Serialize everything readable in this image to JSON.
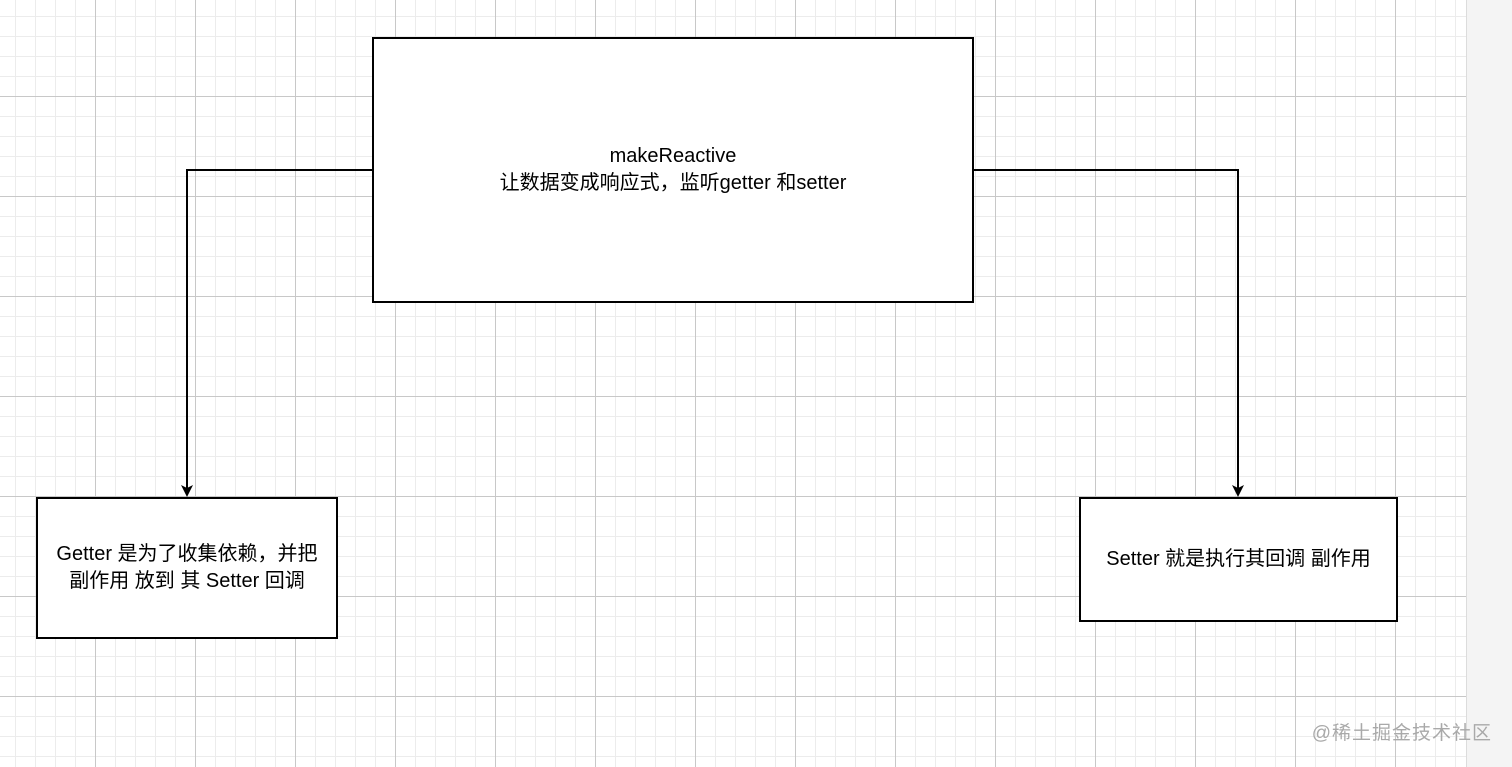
{
  "diagram": {
    "nodes": {
      "main": {
        "line1": "makeReactive",
        "line2": "让数据变成响应式，监听getter 和setter"
      },
      "getter": {
        "line1": "Getter 是为了收集依赖，并把",
        "line2": "副作用 放到 其 Setter 回调"
      },
      "setter": {
        "line1": "Setter 就是执行其回调 副作用"
      }
    },
    "edges": [
      {
        "from": "main",
        "to": "getter"
      },
      {
        "from": "main",
        "to": "setter"
      }
    ],
    "colors": {
      "stroke": "#000000",
      "grid": "#c8c8c8",
      "background": "#ffffff"
    }
  },
  "watermark": "@稀土掘金技术社区"
}
